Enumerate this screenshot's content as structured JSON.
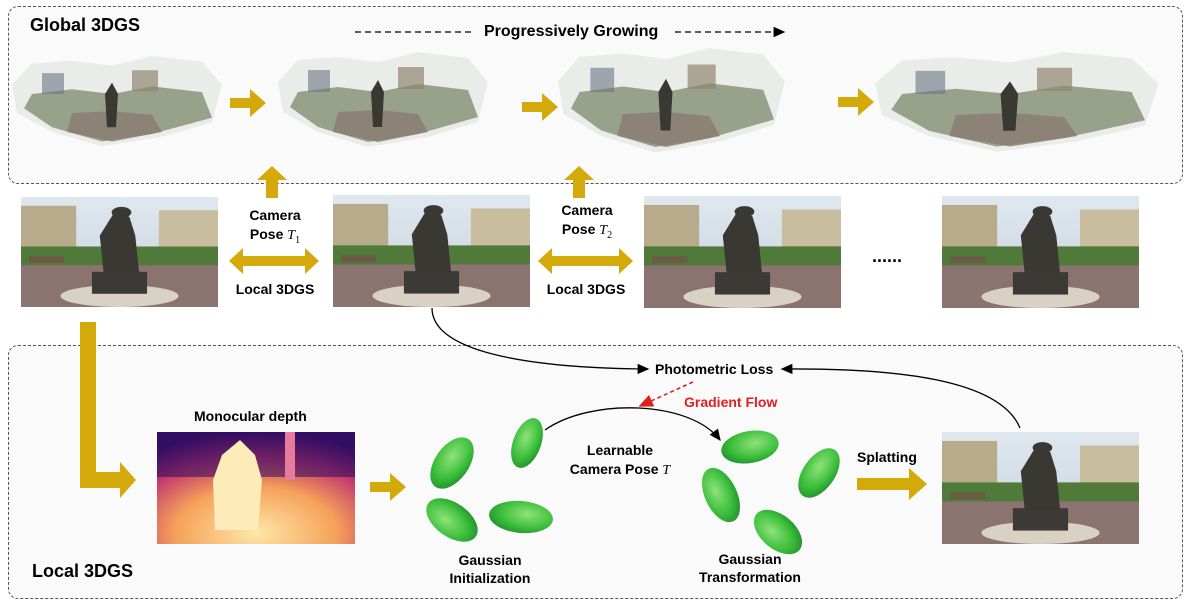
{
  "global": {
    "title": "Global 3DGS",
    "progress_label": "Progressively Growing"
  },
  "frames": {
    "pose1_line1": "Camera",
    "pose1_line2": "Pose",
    "pose1_symbol": "T",
    "pose1_sub": "1",
    "local_label_1": "Local 3DGS",
    "pose2_line1": "Camera",
    "pose2_line2": "Pose",
    "pose2_symbol": "T",
    "pose2_sub": "2",
    "local_label_2": "Local 3DGS",
    "ellipsis": "......"
  },
  "local": {
    "title": "Local 3DGS",
    "monocular_depth": "Monocular depth",
    "photometric_loss": "Photometric Loss",
    "gradient_flow": "Gradient Flow",
    "learnable_line1": "Learnable",
    "learnable_line2": "Camera Pose",
    "learnable_symbol": "T",
    "splatting": "Splatting",
    "gauss_init_line1": "Gaussian",
    "gauss_init_line2": "Initialization",
    "gauss_trans_line1": "Gaussian",
    "gauss_trans_line2": "Transformation"
  },
  "colors": {
    "arrow_gold": "#d4a90a",
    "gradient_red": "#e02020",
    "gaussian_green": "#3cbf3c"
  }
}
